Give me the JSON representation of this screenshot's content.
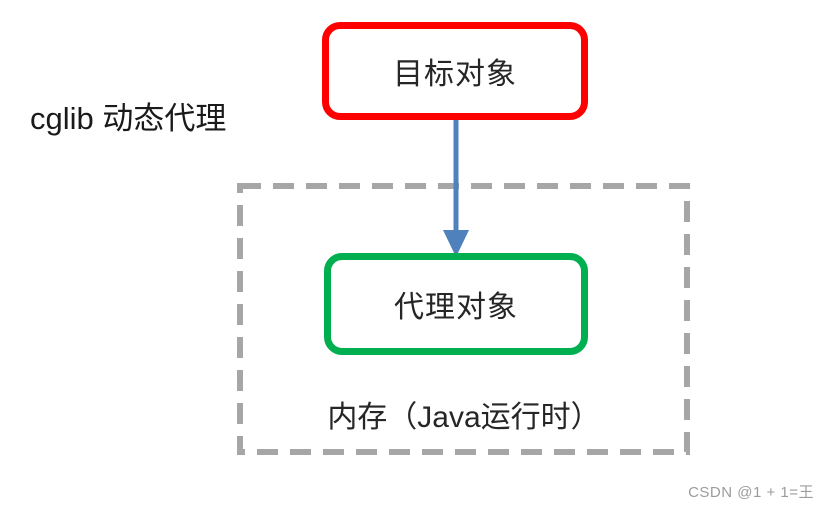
{
  "page": {
    "background_color": "#ffffff"
  },
  "title": {
    "text": "cglib 动态代理"
  },
  "diagram": {
    "target_box": {
      "label": "目标对象",
      "border_color": "#ff0000"
    },
    "arrow": {
      "direction": "down",
      "from": "target_box",
      "to": "proxy_box",
      "color": "#4f81bd"
    },
    "memory_region": {
      "label": "内存（Java运行时）",
      "border_color": "#a6a6a6",
      "border_style": "dashed"
    },
    "proxy_box": {
      "label": "代理对象",
      "border_color": "#00b050"
    }
  },
  "watermark": {
    "text": "CSDN @1 + 1=王"
  }
}
